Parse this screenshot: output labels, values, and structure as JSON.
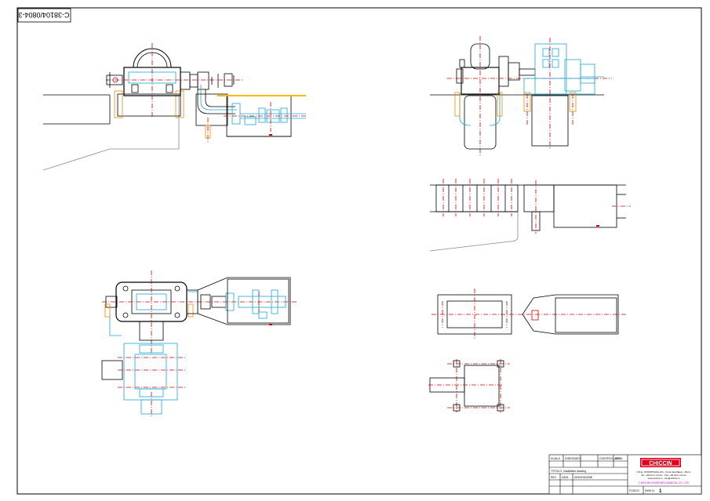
{
  "drawing": {
    "number_tag": "C-38104/0804-3",
    "colors": {
      "outline": "#000000",
      "centerline": "#d40000",
      "piping": "#1aa7d6",
      "flange": "#f08a00",
      "highlight": "#ffb800",
      "logo_red": "#e0001b",
      "magenta": "#cc00cc"
    }
  },
  "title_block": {
    "scale_label": "SCALA",
    "drawn_label": "DISEGNATO",
    "checked_label": "CONTROLLATO",
    "date_label": "DATA",
    "title_label": "TITOLO",
    "title_value": "Installation drawing",
    "rev_label": "REV.",
    "rev_date_label": "DATA",
    "description_label": "DESCRIZIONE",
    "company_logo": "CHICCIN",
    "company_address_lines": [
      "VIA E. STROPPIANA 3/G - Porte San Bassi - 45xxx",
      "Tel. +39 0xxx xxxxxx - Fax +39 0xxx xxxxxx",
      "www.chiccin.it - info@chiccin.it"
    ],
    "company_name_colored": "CHICCIN HYDROMECHANICAL CO. LTD",
    "sheet_label": "FOGLIO",
    "drawing_no_label": "DWG N.",
    "drawing_no": "1"
  }
}
